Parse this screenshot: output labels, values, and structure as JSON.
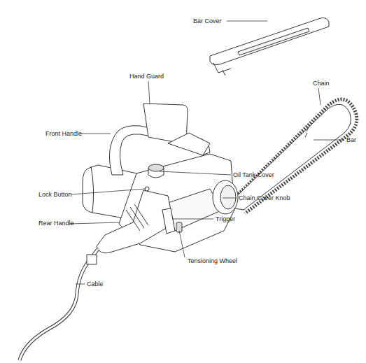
{
  "diagram": {
    "labels": [
      "Bar Cover",
      "Hand Guard",
      "Chain",
      "Front Handle",
      "Bar",
      "Oil Tank Cover",
      "Lock Button",
      "Chain Cover Knob",
      "Rear Handle",
      "Trigger",
      "Tensioning Wheel",
      "Cable"
    ]
  }
}
